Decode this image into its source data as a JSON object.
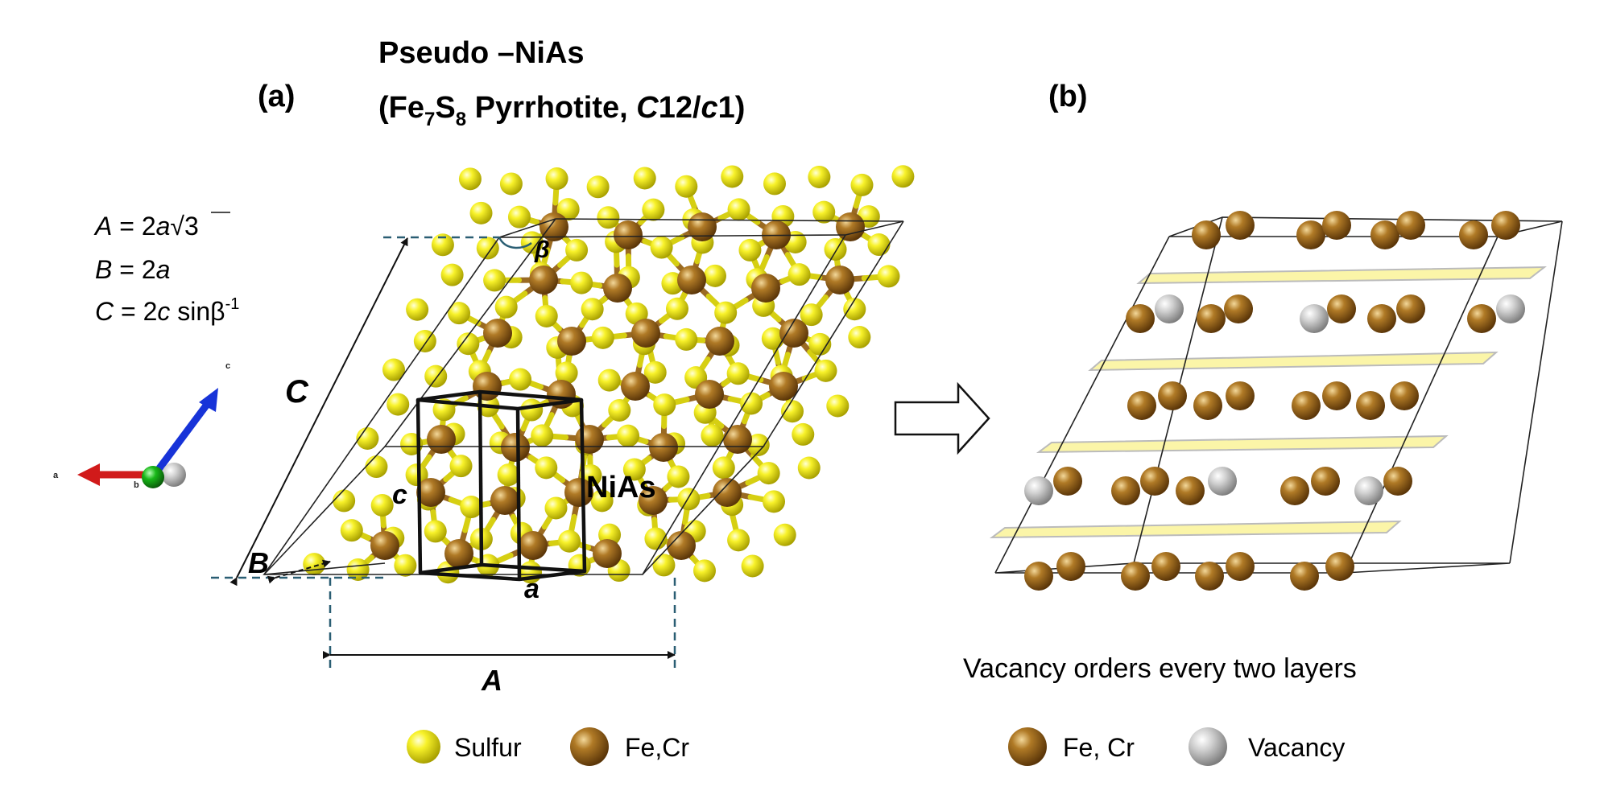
{
  "panel_a": {
    "label": "(a)",
    "title_line1": "Pseudo –NiAs",
    "title_formula": {
      "fe": "Fe",
      "fe_sub": "7",
      "s": "S",
      "s_sub": "8"
    },
    "title_rest": " Pyrrhotite, ",
    "space_group": {
      "c1": "C",
      "mid": "12/",
      "c2": "c",
      "end": "1)"
    },
    "open_paren": "(",
    "equations": {
      "A_var": "A",
      "A_rhs": " = 2",
      "A_a": "a",
      "A_root": "√3",
      "B_var": "B",
      "B_rhs": " = 2",
      "B_a": "a",
      "C_var": "C",
      "C_rhs": " = 2",
      "C_c": "c",
      "C_tail": " sinβ",
      "C_exp": "-1"
    },
    "axis_labels": {
      "c": "c",
      "a": "a",
      "b": "b"
    },
    "cell_labels": {
      "C": "C",
      "B": "B",
      "A": "A",
      "beta": "β",
      "c_small": "c",
      "a_small": "a",
      "nias": "NiAs"
    },
    "legend": [
      {
        "label": "Sulfur",
        "color": "#f2ec1a"
      },
      {
        "label": "Fe,Cr",
        "color": "#a8701e"
      }
    ]
  },
  "panel_b": {
    "label": "(b)",
    "caption": "Vacancy orders every two layers",
    "legend": [
      {
        "label": "Fe, Cr",
        "color": "#a8701e"
      },
      {
        "label": "Vacancy",
        "color": "#c4c4c4"
      }
    ]
  },
  "colors": {
    "sulfur": "#f2ec1a",
    "iron": "#a8701e",
    "vacancy": "#c4c4c4",
    "plane": "#fbf5a8",
    "dashed": "#2a5e73"
  }
}
